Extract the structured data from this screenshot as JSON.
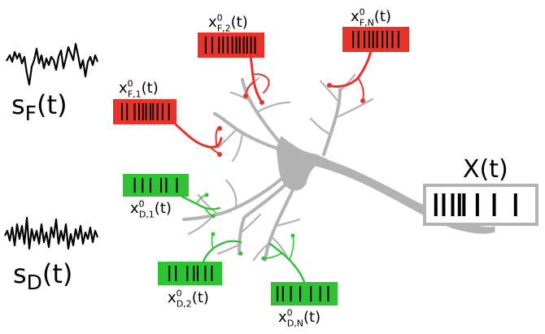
{
  "colors": {
    "feedforward": "#e8332d",
    "dendritic": "#2ec234",
    "neuron": "#b3b3b3",
    "spike": "#000000",
    "output_box": "#ffffff"
  },
  "signals": {
    "sF": {
      "base": "s",
      "sub": "F",
      "arg": "(t)"
    },
    "sD": {
      "base": "s",
      "sub": "D",
      "arg": "(t)"
    }
  },
  "output": {
    "label": "X(t)"
  },
  "inputs": {
    "F1": {
      "base": "x",
      "sup": "0",
      "sub": "F,1",
      "arg": "(t)"
    },
    "F2": {
      "base": "x",
      "sup": "0",
      "sub": "F,2",
      "arg": "(t)"
    },
    "FN": {
      "base": "x",
      "sup": "0",
      "sub": "F,N",
      "arg": "(t)"
    },
    "D1": {
      "base": "x",
      "sup": "0",
      "sub": "D,1",
      "arg": "(t)"
    },
    "D2": {
      "base": "x",
      "sup": "0",
      "sub": "D,2",
      "arg": "(t)"
    },
    "DN": {
      "base": "x",
      "sup": "0",
      "sub": "D,N",
      "arg": "(t)"
    }
  }
}
